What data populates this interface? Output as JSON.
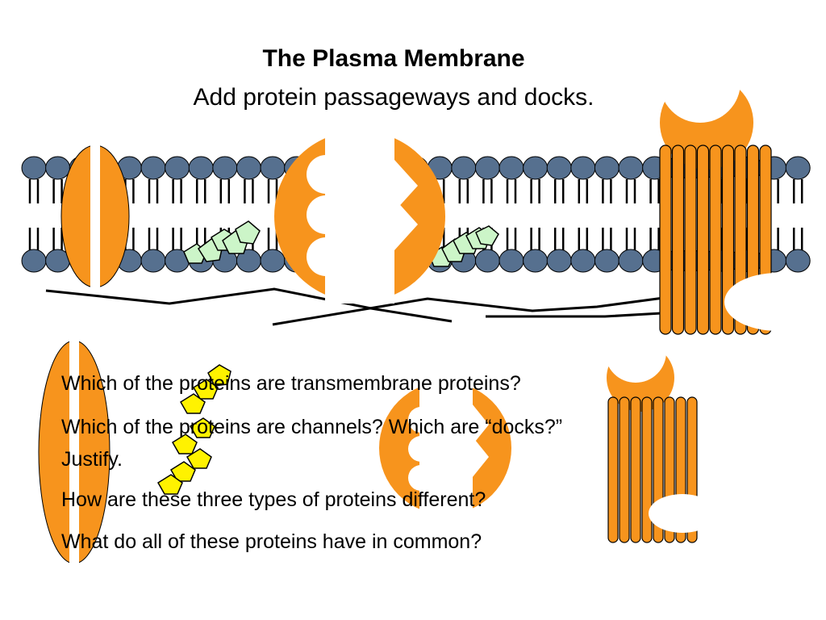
{
  "slide": {
    "title": "The Plasma Membrane",
    "subtitle": "Add protein passageways and docks."
  },
  "questions": [
    "Which of the proteins are transmembrane proteins?",
    "Which of the proteins are channels? Which are “docks?”",
    "Justify.",
    "How are these three types of proteins different?",
    "What do all of these proteins have in common?"
  ],
  "colors": {
    "protein": "#F7941D",
    "phosphate_head": "#56708F",
    "carbohydrate_green": "#CCF5C8",
    "carbohydrate_yellow": "#FFF200",
    "outline": "#000000"
  }
}
